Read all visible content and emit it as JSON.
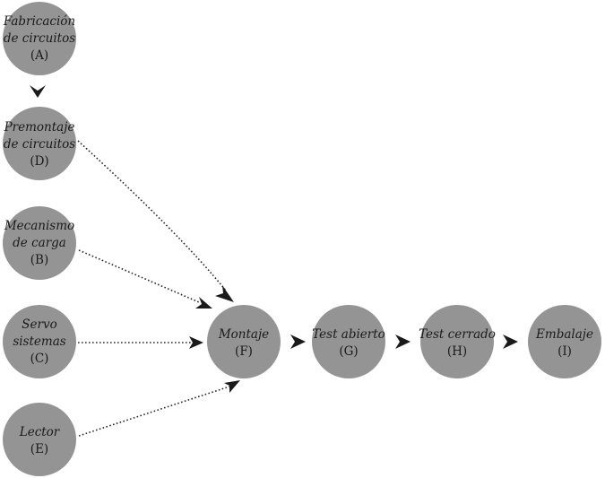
{
  "nodes": {
    "A": {
      "lines": [
        "Fabricación",
        "de circuitos"
      ],
      "code": "(A)"
    },
    "D": {
      "lines": [
        "Premontaje",
        "de circuitos"
      ],
      "code": "(D)"
    },
    "B": {
      "lines": [
        "Mecanismo",
        "de carga"
      ],
      "code": "(B)"
    },
    "C": {
      "lines": [
        "Servo",
        "sistemas"
      ],
      "code": "(C)"
    },
    "E": {
      "lines": [
        "Lector"
      ],
      "code": "(E)"
    },
    "F": {
      "lines": [
        "Montaje"
      ],
      "code": "(F)"
    },
    "G": {
      "lines": [
        "Test abierto"
      ],
      "code": "(G)"
    },
    "H": {
      "lines": [
        "Test cerrado"
      ],
      "code": "(H)"
    },
    "I": {
      "lines": [
        "Embalaje"
      ],
      "code": "(I)"
    }
  },
  "edges": [
    {
      "from": "A",
      "to": "D",
      "style": "solid"
    },
    {
      "from": "D",
      "to": "F",
      "style": "dotted"
    },
    {
      "from": "B",
      "to": "F",
      "style": "dotted"
    },
    {
      "from": "C",
      "to": "F",
      "style": "dotted"
    },
    {
      "from": "E",
      "to": "F",
      "style": "dotted"
    },
    {
      "from": "F",
      "to": "G",
      "style": "solid"
    },
    {
      "from": "G",
      "to": "H",
      "style": "solid"
    },
    {
      "from": "H",
      "to": "I",
      "style": "solid"
    }
  ],
  "colors": {
    "node_fill": "#949494",
    "text": "#1a1a1a",
    "arrow": "#1a1a1a"
  }
}
